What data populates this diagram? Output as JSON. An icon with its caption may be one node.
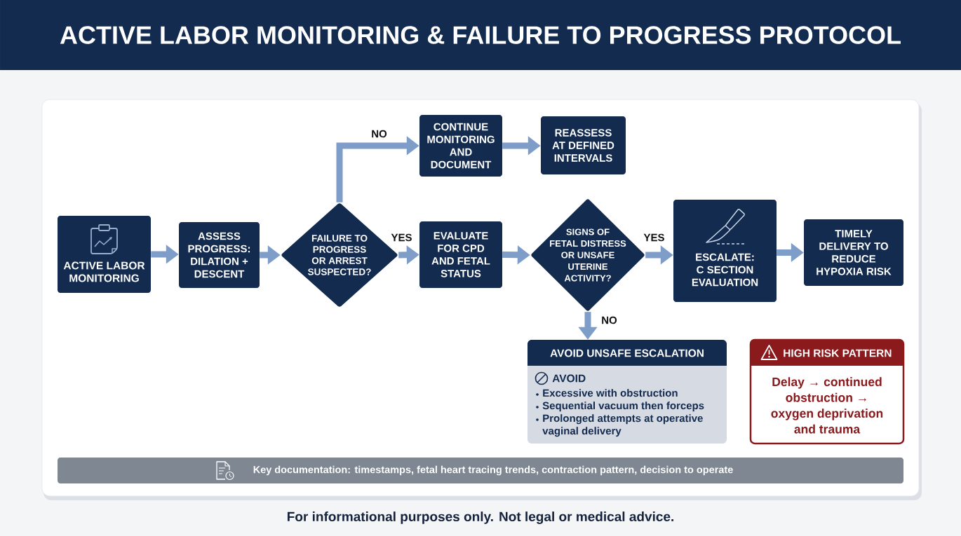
{
  "diagram": {
    "title": "ACTIVE LABOR MONITORING & FAILURE TO PROGRESS PROTOCOL",
    "caption": "For informational purposes only. Not legal or medical advice.",
    "nodes": [
      {
        "text": [
          "ACTIVE LABOR MONITORING"
        ]
      },
      {
        "text": [
          "ASSESS PROGRESS: DILATION + DESCENT"
        ]
      },
      {
        "text": [
          "FAILURE TO PROGRESS OR ARREST SUSPECTED?"
        ]
      },
      {
        "text": [
          "CONTINUE MONITORING AND DOCUMENT"
        ]
      },
      {
        "text": [
          "REASSESS AT DEFINED INTERVALS"
        ]
      },
      {
        "text": [
          "EVALUATE FOR CPD AND FETAL STATUS"
        ]
      },
      {
        "text": [
          "SIGNS OF FETAL DISTRESS OR UNSAFE UTERINE ACTIVITY?"
        ]
      },
      {
        "text": [
          "ESCALATE: C SECTION EVALUATION"
        ]
      },
      {
        "text": [
          "TIMELY DELIVERY TO REDUCE HYPOXIA RISK"
        ]
      },
      {
        "text": [
          "AVOID UNSAFE ESCALATION",
          "AVOID",
          "Excessive with obstruction",
          "Sequential vacuum then forceps",
          "Prolonged attempts at operative vaginal delivery"
        ]
      },
      {
        "text": [
          "HIGH RISK PATTERN",
          "Delay → continued obstruction → oxygen deprivation and trauma"
        ]
      },
      {
        "text": [
          "Key documentation: timestamps, fetal heart tracing trends, contraction pattern, decision to operate"
        ]
      }
    ],
    "edges": [
      {
        "from": 0,
        "to": 1,
        "arrow": "to"
      },
      {
        "from": 1,
        "to": 2,
        "arrow": "to"
      },
      {
        "from": 2,
        "to": 3,
        "arrow": "to",
        "label": "NO"
      },
      {
        "from": 3,
        "to": 4,
        "arrow": "to"
      },
      {
        "from": 2,
        "to": 5,
        "arrow": "to",
        "label": "YES"
      },
      {
        "from": 5,
        "to": 6,
        "arrow": "to"
      },
      {
        "from": 6,
        "to": 7,
        "arrow": "to",
        "label": "YES"
      },
      {
        "from": 7,
        "to": 8,
        "arrow": "to"
      },
      {
        "from": 6,
        "to": 9,
        "arrow": "to",
        "label": "NO"
      }
    ]
  }
}
